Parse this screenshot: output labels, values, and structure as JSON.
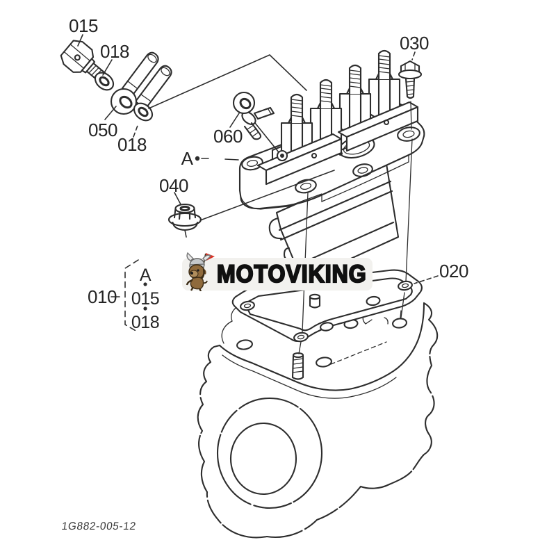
{
  "diagram": {
    "callouts": {
      "c015": "015",
      "c018a": "018",
      "c050": "050",
      "c018b": "018",
      "c060": "060",
      "c040": "040",
      "c030": "030",
      "c020": "020",
      "marker_a": "A"
    },
    "ref_group": {
      "label": "010",
      "items": [
        "A",
        "015",
        "018"
      ]
    },
    "drawing_number": "1G882-005-12",
    "line_color": "#2d2d2d",
    "background_color": "#ffffff"
  },
  "watermark": {
    "text": "MOTOVIKING",
    "badge_bg": "#f2f1ee",
    "text_color": "#101010",
    "mascot_icon": "viking-dog-mascot",
    "flag_color": "#d93327",
    "dog_color": "#8f6a3c",
    "helmet_color": "#c5c8cb"
  }
}
